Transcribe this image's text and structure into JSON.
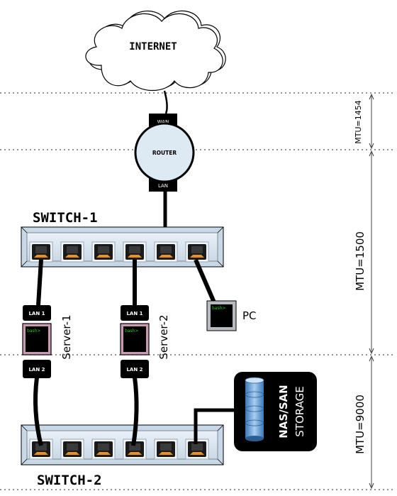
{
  "internet": {
    "label": "INTERNET"
  },
  "router": {
    "label": "ROUTER",
    "wan_label": "WAN",
    "lan_label": "LAN"
  },
  "switch1": {
    "label": "SWITCH-1",
    "port_count": 6
  },
  "switch2": {
    "label": "SWITCH-2",
    "port_count": 6
  },
  "servers": [
    {
      "name": "Server-1",
      "lan1": "LAN 1",
      "lan2": "LAN 2",
      "prompt": "bash>"
    },
    {
      "name": "Server-2",
      "lan1": "LAN 1",
      "lan2": "LAN 2",
      "prompt": "bash>"
    }
  ],
  "pc": {
    "name": "PC",
    "prompt": "bash>"
  },
  "storage": {
    "line1": "NAS/SAN",
    "line2": "STORAGE"
  },
  "mtu": {
    "wan": "MTU=1454",
    "lan": "MTU=1500",
    "storage": "MTU=9000"
  },
  "colors": {
    "switch_fill": "#d9e6f2",
    "router_fill": "#dde9f3",
    "server_frame": "#c89ab3",
    "terminal_text": "#22cc22",
    "port_led": "#e89020",
    "cable": "#000000"
  }
}
